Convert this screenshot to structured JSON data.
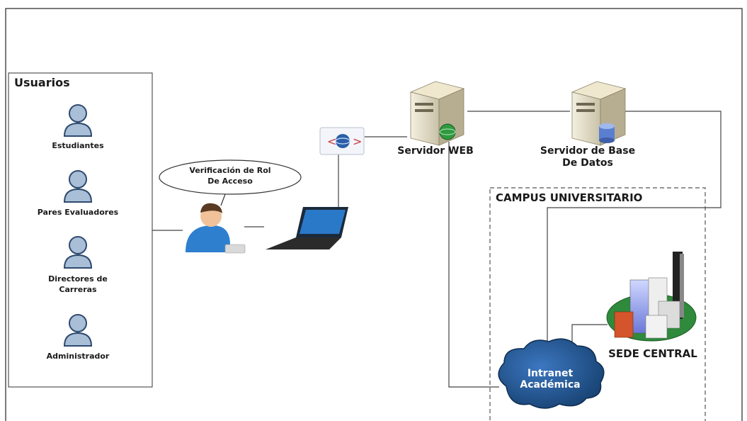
{
  "users_panel": {
    "title": "Usuarios",
    "roles": [
      {
        "label": "Estudiantes"
      },
      {
        "label": "Pares Evaluadores"
      },
      {
        "label": "Directores de\nCarreras"
      },
      {
        "label": "Administrador"
      }
    ]
  },
  "role_check_bubble": "Verificación de Rol\nDe Acceso",
  "web_server_label": "Servidor WEB",
  "db_server_label": "Servidor de Base\nDe Datos",
  "campus": {
    "title": "CAMPUS UNIVERSITARIO",
    "headquarters_label": "SEDE CENTRAL",
    "intranet_label": "Intranet\nAcadémica"
  },
  "colors": {
    "person_icon": "#a9bfd8",
    "cloud": "#1d4f8b",
    "line": "#444444",
    "campus_ground": "#2f8a3c"
  }
}
